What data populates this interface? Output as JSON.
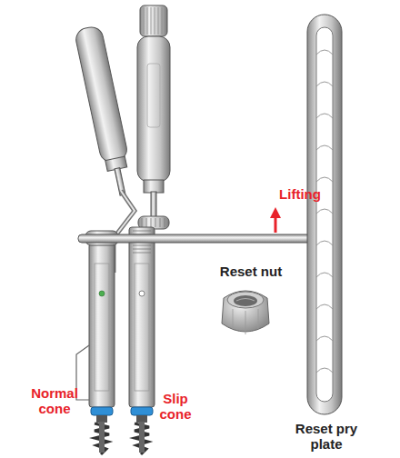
{
  "diagram": {
    "labels": [
      "Lifting",
      "Reset nut",
      "Normal cone",
      "Slip cone",
      "Reset pry plate"
    ]
  }
}
